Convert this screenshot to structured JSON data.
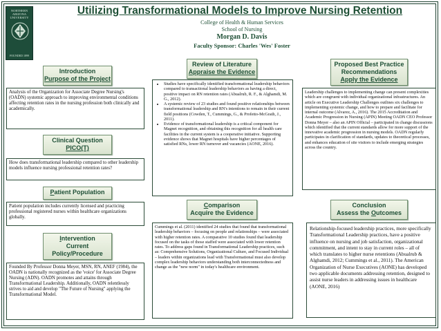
{
  "logo": {
    "top": "NORTHERN ARIZONA UNIVERSITY",
    "bottom": "FOUNDED 1899"
  },
  "poster": {
    "title": "Utilizing Transformational Models to Improve Nursing Retention",
    "college": "College of Health & Human Services",
    "school": "School of Nursing",
    "author": "Morgan D. Davis",
    "sponsor": "Faculty Sponsor:  Charles 'Wes' Foster"
  },
  "intro": {
    "header_line1": "Introduction",
    "header_line2": "Purpose of the Project",
    "text": "Analysis of the Organization for Associate Degree Nursing's (OADN) systemic approach to improving environmental conditions affecting retention rates in the nursing profession both clinically and academically."
  },
  "clinical": {
    "header_line1": "Clinical Question",
    "header_line2": "PICO(T)",
    "text": "How does transformational leadership compared to other leadership models influence nursing professional retention rates?"
  },
  "population": {
    "header_first": "P",
    "header_rest": "atient Population",
    "text": "Patient population includes currently licensed and practicing professional registered nurses within healthcare organizations globally."
  },
  "intervention": {
    "header_first": "I",
    "header_line1_rest": "ntervention",
    "header_line2": "Current",
    "header_line3": "Policy/Procedure",
    "text": "Founded By Professor Donna Meyer, MSN, RN, ANEF (1984), the OADN is nationally recognized as the 'voice' for Associate Degree Nursing (ADN). OADN promotes and attains through Transformational Leadership. Additionally, OADN relentlessly strives to aid and develop \"The Future of Nursing\" applying the Transformational Model."
  },
  "review": {
    "header_line1": "Review of Literature",
    "header_line2": "Appraise the Evidence",
    "bullets": [
      "Studies have specifically identified transformational leadership behaviors compared to transactional leadership behaviors as having a direct, positive impact on RN retention rates (Abualrub, R. F., & Alghamdi, M. G., 2012).",
      "A systemic review of 23 studies and found positive relationships between transformational leadership and RN's intentions to remain in their current field positions (Cowden, T., Cummings, G., & Profetto-McGrath, J., 2011).",
      "Evidence of transformational leadership is a critical component for Magnet recognition, and obtaining this recognition for all health care facilities in the current system is a cooperative initiative. Supporting evidence shows that Magnet hospitals have higher percentages of satisfied RNs, lower RN turnover and vacancies (AONE, 2016)."
    ]
  },
  "comparison": {
    "header_first": "C",
    "header_line1_rest": "omparison",
    "header_line2": "Acquire the Evidence",
    "text": "Cummings et al. (2011) identified 24 studies that found that transformational leadership behaviors – focusing on people and relationships – were associated with higher retention rates. A comparative 10 studies found that leadership focused on the tasks of those staffed were associated with lower retention rates. To address gaps found in Transformational Leadership practices, such as: Comprehensive Solutions, Organizational Culture, and Focused Individual – leaders within organizations lead with Transformational must also develop complex leadership behaviors understanding both interconnectedness and change as the \"new norm\" in today's healthcare environment."
  },
  "practice": {
    "header_line1": "Proposed Best Practice",
    "header_line2": "Recommendations",
    "header_line3": "Apply the Evidence",
    "text": "Leadership challenges to implementing change can present complexities which are congruent with individual organizational infrastructures. An article on Executive Leadership Challenges outlines six challenges to implementing systemic change, and how to prepare and facilitate for internal outcome (Alvarez, A., 2016). The 2015 Accreditation and Academic Progression in Nursing (APIN) Meeting OADN CEO Professor Donna Meyer – also an APIN Official – participated in change discussions which identified that the current standards allow for more support of the innovative academic progression in nursing models. OADN regularly participates in clarification of standards, updates to theoretical processes, and enhances education of site visitors to include emerging strategies across the country."
  },
  "conclusion": {
    "header_line1": "Conclusion",
    "header_line2_prefix": "Assess the ",
    "header_line2_first": "O",
    "header_line2_rest": "utcomes",
    "text": "Relationship-focused leadership practices, more specifically Transformational Leadership practices, have a positive influence on nursing and job satisfaction, organizational commitment, and intent to stay in current roles – all of which translates to higher nurse retentions (Abualrub & Alghamdi, 2012; Cummings et al., 2011). The American Organization of Nurse Executives (AONE) has developed two applicable documents addressing retention, designed to assist nurse leaders in addressing issues in healthcare (AONE, 2016)"
  }
}
